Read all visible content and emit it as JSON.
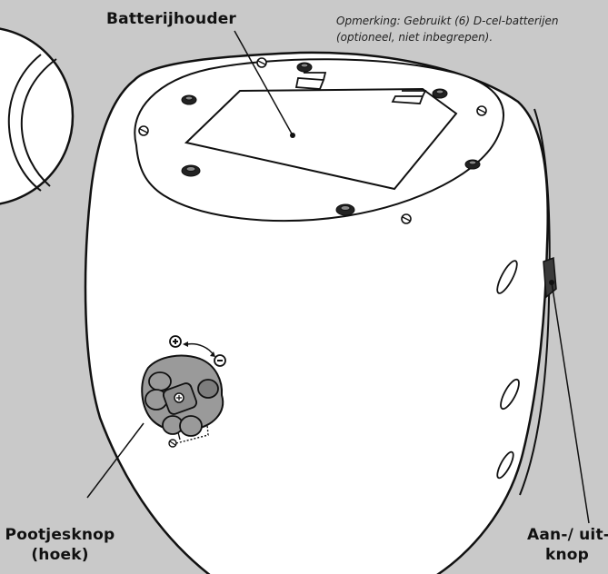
{
  "labels": {
    "battery_holder": "Batterijhouder",
    "note_line1": "Opmerking: Gebruikt (6) D-cel-batterijen",
    "note_line2": "(optioneel, niet inbegrepen).",
    "leg_knob_line1": "Pootjesknop",
    "leg_knob_line2": "(hoek)",
    "power_switch_line1": "Aan-/ uit-",
    "power_switch_line2": "knop"
  },
  "colors": {
    "background": "#c9c9c9",
    "body": "#ffffff",
    "outline": "#111111",
    "knob": "#9a9a9a",
    "knob_dark": "#7d7d7d",
    "switch": "#3a3a3a",
    "foot": "#222222"
  },
  "icons": {
    "plus": "plus-symbol-icon",
    "minus": "minus-symbol-icon"
  }
}
